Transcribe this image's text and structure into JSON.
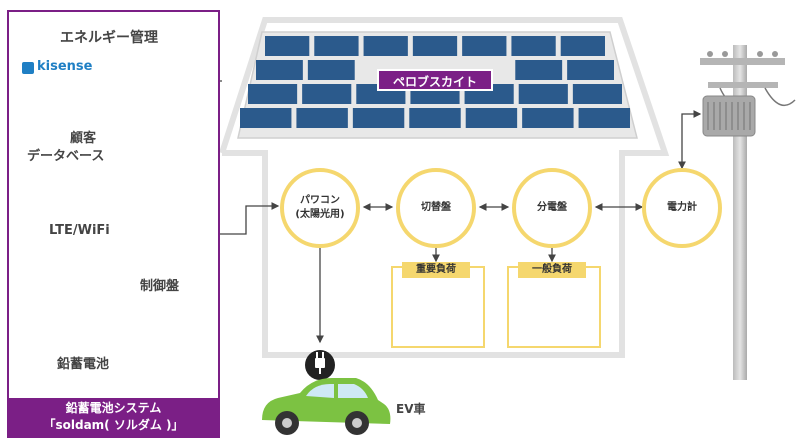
{
  "left_panel": {
    "energy_mgmt": "エネルギー管理",
    "kisense_logo": "kisense",
    "customer_db_line1": "顧客",
    "customer_db_line2": "データベース",
    "lte_wifi": "LTE/WiFi",
    "controller": "制御盤",
    "battery": "鉛蓄電池",
    "footer_line1": "鉛蓄電池システム",
    "footer_line2": "「soldam( ソルダム )」"
  },
  "house": {
    "pv_label": "ペロブスカイト",
    "power_conditioner_line1": "パワコン",
    "power_conditioner_line2": "(太陽光用)",
    "switchboard": "切替盤",
    "distribution_board": "分電盤",
    "meter": "電力計",
    "important_load": "重要負荷",
    "general_load": "一般負荷"
  },
  "ev_label": "EV車",
  "colors": {
    "purple": "#7b1f86",
    "yellow": "#f5d76e",
    "panel_blue": "#2b5a8c",
    "car_green": "#7cc242"
  }
}
